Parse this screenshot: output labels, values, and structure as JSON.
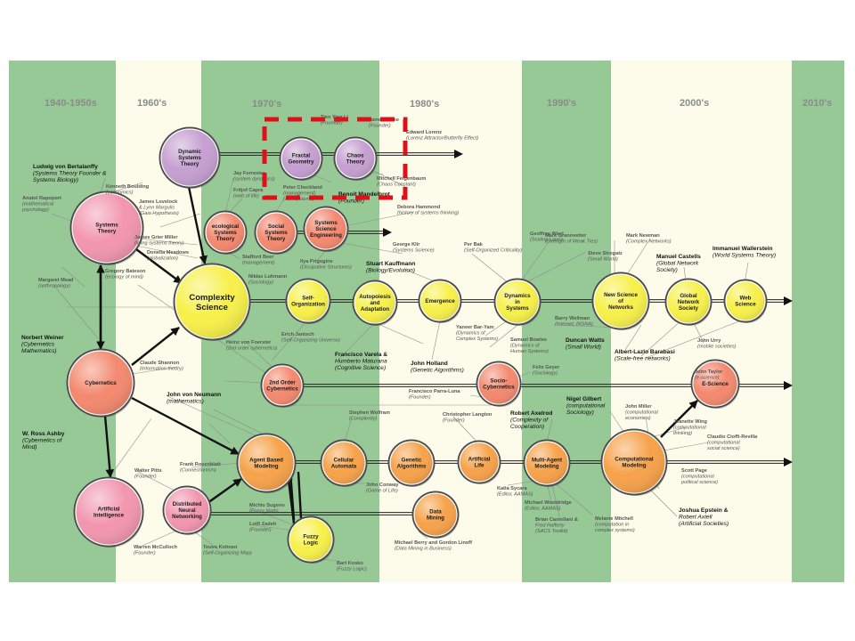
{
  "eras": [
    "1940-1950s",
    "1960's",
    "1970's",
    "1980's",
    "1990's",
    "2000's",
    "2010's"
  ],
  "colors": {
    "band_green": "#97c996",
    "band_cream": "#fdfcea",
    "border": "#222222",
    "highlight": "#e0101a",
    "purple": "#c59fd0",
    "pink": "#f296ae",
    "salmon": "#f3896f",
    "yellow": "#f7f04a",
    "orange": "#f6a24a"
  },
  "nodes": [
    {
      "id": "dynamic",
      "label": [
        "Dynamic",
        "Systems",
        "Theory"
      ],
      "color": "purple"
    },
    {
      "id": "fractal",
      "label": [
        "Fractal",
        "Geometry"
      ],
      "color": "purple"
    },
    {
      "id": "chaos",
      "label": [
        "Chaos",
        "Theory"
      ],
      "color": "purple"
    },
    {
      "id": "systems",
      "label": [
        "Systems",
        "Theory"
      ],
      "color": "pink"
    },
    {
      "id": "ecological",
      "label": [
        "ecological",
        "Systems",
        "Theory"
      ],
      "color": "salmon"
    },
    {
      "id": "social",
      "label": [
        "Social",
        "Systems",
        "Theory"
      ],
      "color": "salmon"
    },
    {
      "id": "sse",
      "label": [
        "Systems",
        "Science",
        "Engineering"
      ],
      "color": "salmon"
    },
    {
      "id": "complexity",
      "label": [
        "Complexity",
        "Science"
      ],
      "color": "yellow"
    },
    {
      "id": "selforg",
      "label": [
        "Self-",
        "Organization"
      ],
      "color": "yellow"
    },
    {
      "id": "autopoiesis",
      "label": [
        "Autopoiesis",
        "and",
        "Adaptation"
      ],
      "color": "yellow"
    },
    {
      "id": "emergence",
      "label": [
        "Emergence"
      ],
      "color": "yellow"
    },
    {
      "id": "dynamics",
      "label": [
        "Dynamics",
        "in",
        "Systems"
      ],
      "color": "yellow"
    },
    {
      "id": "newscience",
      "label": [
        "New Science",
        "of",
        "Networks"
      ],
      "color": "yellow"
    },
    {
      "id": "globalnet",
      "label": [
        "Global",
        "Network",
        "Society"
      ],
      "color": "yellow"
    },
    {
      "id": "web",
      "label": [
        "Web",
        "Science"
      ],
      "color": "yellow"
    },
    {
      "id": "cybernetics",
      "label": [
        "Cybernetics"
      ],
      "color": "salmon"
    },
    {
      "id": "second",
      "label": [
        "2nd Order",
        "Cybernetics"
      ],
      "color": "salmon"
    },
    {
      "id": "socio",
      "label": [
        "Socio-",
        "Cybernetics"
      ],
      "color": "salmon"
    },
    {
      "id": "escience",
      "label": [
        "E-Science"
      ],
      "color": "salmon"
    },
    {
      "id": "ai",
      "label": [
        "Artificial",
        "Intelligence"
      ],
      "color": "pink"
    },
    {
      "id": "dnn",
      "label": [
        "Distributed",
        "Neural",
        "Networking"
      ],
      "color": "pink"
    },
    {
      "id": "abm",
      "label": [
        "Agent Based",
        "Modeling"
      ],
      "color": "orange"
    },
    {
      "id": "cellular",
      "label": [
        "Cellular",
        "Automata"
      ],
      "color": "orange"
    },
    {
      "id": "genetic",
      "label": [
        "Genetic",
        "Algorithms"
      ],
      "color": "orange"
    },
    {
      "id": "alife",
      "label": [
        "Artificial",
        "Life"
      ],
      "color": "orange"
    },
    {
      "id": "mam",
      "label": [
        "Multi-Agent",
        "Modeling"
      ],
      "color": "orange"
    },
    {
      "id": "computational",
      "label": [
        "Computational",
        "Modeling"
      ],
      "color": "orange"
    },
    {
      "id": "fuzzy",
      "label": [
        "Fuzzy",
        "Logic"
      ],
      "color": "yellow"
    },
    {
      "id": "datamining",
      "label": [
        "Data",
        "Mining"
      ],
      "color": "orange"
    }
  ],
  "people": [
    {
      "id": "bertalanffy",
      "name": "Ludwig von Bertalanffy",
      "note": [
        "(Systems Theory Founder &",
        "Systems Biology)"
      ],
      "big": true
    },
    {
      "id": "boulding",
      "name": "Kenneth Boulding",
      "note": [
        "(economics)"
      ]
    },
    {
      "id": "rapoport",
      "name": "Anatol Rapoport",
      "note": [
        "(mathematical",
        "psychology)"
      ]
    },
    {
      "id": "lovelock",
      "name": "James Lovelock",
      "note": [
        "& Lynn Margulis",
        "(Gaia Hypothesis)"
      ]
    },
    {
      "id": "forrester",
      "name": "Jay Forrester",
      "note": [
        "(system dynamics)"
      ]
    },
    {
      "id": "capra",
      "name": "Fritjof Capra",
      "note": [
        "(web of life)"
      ]
    },
    {
      "id": "checkland",
      "name": "Peter Checkland",
      "note": [
        "(management)",
        "(soft systems)"
      ]
    },
    {
      "id": "tienyien",
      "name": "Tien Yien Li",
      "note": [
        "(Founder)"
      ]
    },
    {
      "id": "yorke",
      "name": "James Yorke",
      "note": [
        "(Founder)"
      ]
    },
    {
      "id": "lorenz",
      "name": "Edward Lorenz",
      "note": [
        "(Lorenz Attractor/Butterfly Effect)"
      ]
    },
    {
      "id": "feigenbaum",
      "name": "Mitchell Feigenbaum",
      "note": [
        "(Chaos Constant)"
      ]
    },
    {
      "id": "mandelbrot",
      "name": "Benoit Mandelbrot",
      "note": [
        "(Founder)"
      ],
      "big": true
    },
    {
      "id": "hammond",
      "name": "Debora Hammond",
      "note": [
        "(history of systems thinking)"
      ]
    },
    {
      "id": "miller",
      "name": "James Grier Miller",
      "note": [
        "(living systems theory)"
      ]
    },
    {
      "id": "meadows",
      "name": "Donella Meadows",
      "note": [
        "(globalization)"
      ]
    },
    {
      "id": "beer",
      "name": "Stafford Beer",
      "note": [
        "(management)"
      ]
    },
    {
      "id": "prigogine",
      "name": "Ilya Prigogine",
      "note": [
        "(Dissipative Structures)"
      ]
    },
    {
      "id": "klir",
      "name": "George Klir",
      "note": [
        "(Systems Science)"
      ]
    },
    {
      "id": "bak",
      "name": "Per Bak",
      "note": [
        "(Self-Organized Criticality)"
      ]
    },
    {
      "id": "kauffman",
      "name": "Stuart Kauffmann",
      "note": [
        "(Biology/Evolution)"
      ],
      "big": true
    },
    {
      "id": "west",
      "name": "Geoffrey West",
      "note": [
        "(Scaling Laws)"
      ]
    },
    {
      "id": "granovetter",
      "name": "Mark Granovetter",
      "note": [
        "(Strength of Weak Ties)"
      ]
    },
    {
      "id": "strogatz",
      "name": "Steve Strogatz",
      "note": [
        "(Small World)"
      ]
    },
    {
      "id": "newman",
      "name": "Mark Newman",
      "note": [
        "(Complex Networks)"
      ]
    },
    {
      "id": "castells",
      "name": "Manuel Castells",
      "note": [
        "(Global Network",
        "Society)"
      ],
      "big": true
    },
    {
      "id": "wallerstein",
      "name": "Immanuel Wallerstein",
      "note": [
        "(World Systems Theory)"
      ],
      "big": true
    },
    {
      "id": "mead",
      "name": "Margaret Mead",
      "note": [
        "(anthropology)"
      ]
    },
    {
      "id": "bateson",
      "name": "Gregory Bateson",
      "note": [
        "(ecology of mind)"
      ]
    },
    {
      "id": "luhmann",
      "name": "Niklas Luhmann",
      "note": [
        "(Sociology)"
      ]
    },
    {
      "id": "jantsch",
      "name": "Erich Jantsch",
      "note": [
        "(Self-Organizing Universe)"
      ]
    },
    {
      "id": "baryam",
      "name": "Yaneer Bar-Yam",
      "note": [
        "(Dynamics of",
        "Complex Systems)"
      ]
    },
    {
      "id": "bowles",
      "name": "Samuel Bowles",
      "note": [
        "(Dynamics of",
        "Human Systems)"
      ]
    },
    {
      "id": "wellman",
      "name": "Barry Wellman",
      "note": [
        "(Internet, INSNA)"
      ]
    },
    {
      "id": "watts",
      "name": "Duncan Watts",
      "note": [
        "(Small World)"
      ],
      "big": true
    },
    {
      "id": "barabasi",
      "name": "Albert-Lazlo Barabasi",
      "note": [
        "(Scale-free networks)"
      ],
      "big": true
    },
    {
      "id": "urry",
      "name": "John Urry",
      "note": [
        "(mobile societies)"
      ]
    },
    {
      "id": "wiener",
      "name": "Norbert Weiner",
      "note": [
        "(Cybernetics",
        "Mathematics)"
      ],
      "big": true
    },
    {
      "id": "shannon",
      "name": "Claude Shannon",
      "note": [
        "(Information theory)"
      ]
    },
    {
      "id": "foerster",
      "name": "Heinz von Foerster",
      "note": [
        "(2nd order cybernetics)"
      ]
    },
    {
      "id": "varela",
      "name": "Francisco Varela &",
      "note": [
        "Humberto Maturana",
        "(Cognitive Science)"
      ],
      "big": true
    },
    {
      "id": "holland",
      "name": "John Holland",
      "note": [
        "(Genetic Algorithms)"
      ],
      "big": true
    },
    {
      "id": "geyer",
      "name": "Felix Geyer",
      "note": [
        "(Sociology)"
      ]
    },
    {
      "id": "parraluna",
      "name": "Francisco Parra-Luna",
      "note": [
        "(Founder)"
      ]
    },
    {
      "id": "taylor",
      "name": "John Taylor",
      "note": [
        "(e-science)"
      ]
    },
    {
      "id": "neumann",
      "name": "John von Neumann",
      "note": [
        "(mathematics)"
      ],
      "big": true
    },
    {
      "id": "wolfram",
      "name": "Stephen Wolfram",
      "note": [
        "(Complexity)"
      ]
    },
    {
      "id": "langton",
      "name": "Christopher Langton",
      "note": [
        "(Founder)"
      ]
    },
    {
      "id": "axelrod",
      "name": "Robert Axelrod",
      "note": [
        "(Complexity of",
        "Cooperation)"
      ],
      "big": true
    },
    {
      "id": "gilbert",
      "name": "Nigel Gilbert",
      "note": [
        "(computational",
        "Sociology)"
      ],
      "big": true
    },
    {
      "id": "jmiller",
      "name": "John Miller",
      "note": [
        "(computational",
        "economics)"
      ]
    },
    {
      "id": "wing",
      "name": "Jeanette Wing",
      "note": [
        "(computational",
        "thinking)"
      ]
    },
    {
      "id": "cioffi",
      "name": "Claudio Cioffi-Revilla",
      "note": [
        "(computational",
        "social science)"
      ]
    },
    {
      "id": "ashby",
      "name": "W. Ross Ashby",
      "note": [
        "(Cybernetics of",
        "Mind)"
      ],
      "big": true
    },
    {
      "id": "pitts",
      "name": "Walter Pitts",
      "note": [
        "(Founder)"
      ]
    },
    {
      "id": "rosenblatt",
      "name": "Frank Rosenblatt",
      "note": [
        "(Connectionism)"
      ]
    },
    {
      "id": "conway",
      "name": "John Conway",
      "note": [
        "(Game of Life)"
      ]
    },
    {
      "id": "sycara",
      "name": "Katia Sycara",
      "note": [
        "(Editor, AAMAS)"
      ]
    },
    {
      "id": "wooldridge",
      "name": "Michael Wooldridge",
      "note": [
        "(Editor, AAMAS)"
      ]
    },
    {
      "id": "castellani",
      "name": "Brian Castellani &",
      "note": [
        "Fred Hafferty",
        "(SACS Toolkit)"
      ]
    },
    {
      "id": "mitchell",
      "name": "Melanie Mitchell",
      "note": [
        "(computation in",
        "complex systems)"
      ]
    },
    {
      "id": "page",
      "name": "Scott Page",
      "note": [
        "(computational",
        "political science)"
      ]
    },
    {
      "id": "epstein",
      "name": "Joshua Epstein &",
      "note": [
        "Robert Axtell",
        "(Artificial Societies)"
      ],
      "big": true
    },
    {
      "id": "sugeno",
      "name": "Michio Sugeno",
      "note": [
        "(Fuzzy Math)"
      ]
    },
    {
      "id": "zadeh",
      "name": "Lotfi Zadeh",
      "note": [
        "(Founder)"
      ]
    },
    {
      "id": "mcculloch",
      "name": "Warren McCulloch",
      "note": [
        "(Founder)"
      ]
    },
    {
      "id": "kohnen",
      "name": "Teuvo Kohnen",
      "note": [
        "(Self-Organizing Map)"
      ]
    },
    {
      "id": "berry",
      "name": "Michael Berry and Gordon Linoff",
      "note": [
        "(Data Mining in Business)"
      ]
    },
    {
      "id": "kosko",
      "name": "Bart Kosko",
      "note": [
        "(Fuzzy Logic)"
      ]
    }
  ]
}
